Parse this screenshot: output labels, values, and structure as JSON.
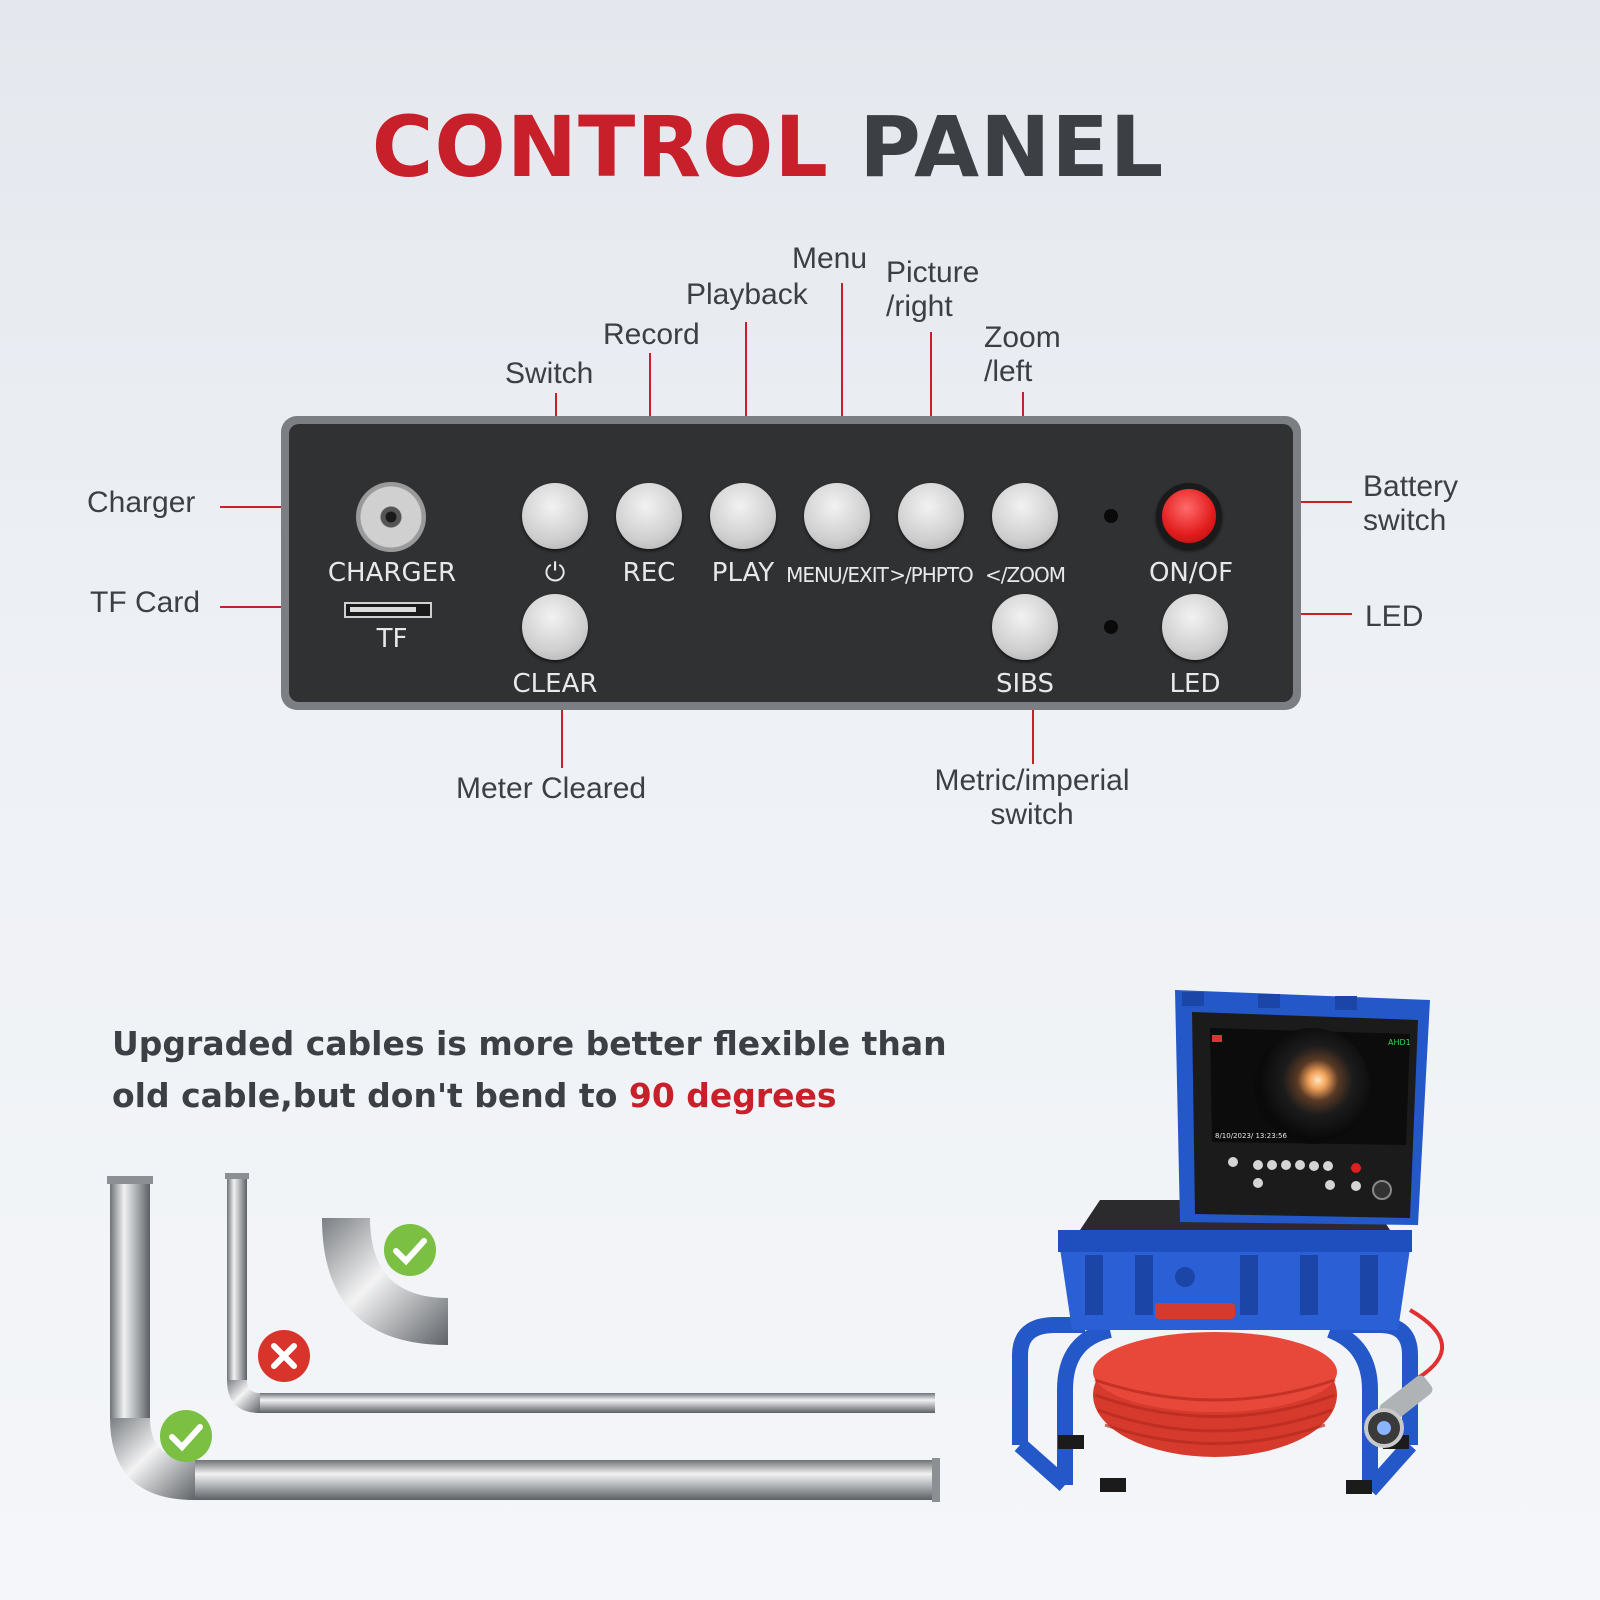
{
  "title": {
    "part1": "CONTROL",
    "part2": "PANEL"
  },
  "callouts": {
    "switch": "Switch",
    "record": "Record",
    "playback": "Playback",
    "menu": "Menu",
    "picture_right": "Picture\n/right",
    "zoom_left": "Zoom\n/left",
    "charger": "Charger",
    "tf_card": "TF Card",
    "battery_switch": "Battery\nswitch",
    "led": "LED",
    "meter_cleared": "Meter Cleared",
    "metric_imperial": "Metric/imperial\nswitch"
  },
  "panel": {
    "charger": "CHARGER",
    "tf": "TF",
    "power_symbol": "⏻",
    "rec": "REC",
    "play": "PLAY",
    "menu_exit": "MENU/EXIT",
    "photo": ">/PHPTO",
    "zoom": "</ZOOM",
    "on_off": "ON/OF",
    "clear": "CLEAR",
    "sibs": "SIBS",
    "led": "LED"
  },
  "cable_note": {
    "line1": "Upgraded cables is more better flexible than",
    "line2": "old cable,but don't bend to ",
    "highlight": "90 degrees"
  },
  "device_screen": {
    "channel": "AHD1",
    "datetime": "8/10/2023/  13:23:56"
  },
  "colors": {
    "accent": "#c8202a",
    "text": "#3c3f44",
    "panel": "#303133",
    "ok": "#7bc043",
    "bad": "#d9342b"
  }
}
